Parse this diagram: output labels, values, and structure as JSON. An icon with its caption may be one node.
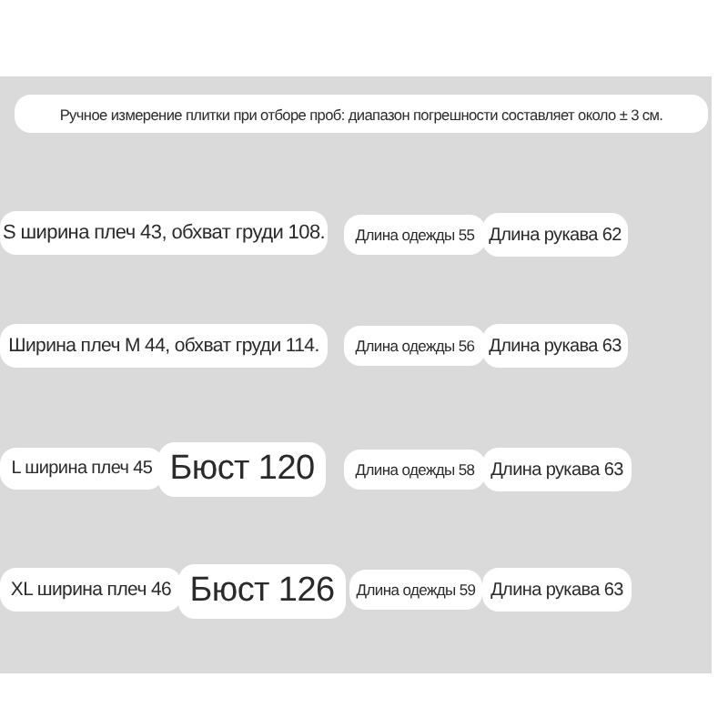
{
  "diagram": {
    "nodes": [
      {
        "text": [
          "Ручное измерение плитки при отборе проб: диапазон погрешности составляет около ± 3 см."
        ]
      },
      {
        "text": [
          "S ширина плеч 43, обхват груди 108."
        ]
      },
      {
        "text": [
          "Длина одежды 55"
        ]
      },
      {
        "text": [
          "Длина рукава 62"
        ]
      },
      {
        "text": [
          "Ширина плеч M 44, обхват груди 114."
        ]
      },
      {
        "text": [
          "Длина одежды 56"
        ]
      },
      {
        "text": [
          "Длина рукава 63"
        ]
      },
      {
        "text": [
          "L ширина плеч 45"
        ]
      },
      {
        "text": [
          "Бюст 120"
        ]
      },
      {
        "text": [
          "Длина одежды 58"
        ]
      },
      {
        "text": [
          "Длина рукава 63"
        ]
      },
      {
        "text": [
          "XL ширина плеч 46"
        ]
      },
      {
        "text": [
          "Бюст 126"
        ]
      },
      {
        "text": [
          "Длина одежды 59"
        ]
      },
      {
        "text": [
          "Длина рукава 63"
        ]
      }
    ]
  }
}
